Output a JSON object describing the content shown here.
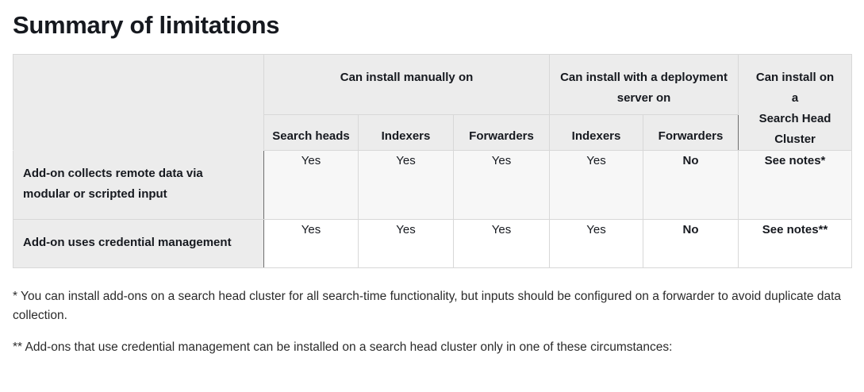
{
  "page_title": "Summary of limitations",
  "table": {
    "header_groups": [
      {
        "label": "",
        "span": 1
      },
      {
        "label": "Can install manually on",
        "span": 3
      },
      {
        "label": "Can install with a deployment server on",
        "span": 2
      },
      {
        "label": "Can install on a\nSearch Head Cluster",
        "span": 1
      }
    ],
    "group_manual": "Can install manually on",
    "group_deployment": "Can install with a deployment server on",
    "group_shc_line1": "Can install on",
    "group_shc_line2": "a",
    "group_shc_line3": "Search Head",
    "group_shc_line4": "Cluster",
    "subheaders": [
      "Search heads",
      "Indexers",
      "Forwarders",
      "Indexers",
      "Forwarders"
    ],
    "rows": [
      {
        "label": "Add-on collects remote data via modular or scripted input",
        "cells": [
          {
            "text": "Yes",
            "bold": false
          },
          {
            "text": "Yes",
            "bold": false
          },
          {
            "text": "Yes",
            "bold": false
          },
          {
            "text": "Yes",
            "bold": false
          },
          {
            "text": "No",
            "bold": true
          },
          {
            "text": "See notes*",
            "bold": true
          }
        ]
      },
      {
        "label": "Add-on uses credential management",
        "cells": [
          {
            "text": "Yes",
            "bold": false
          },
          {
            "text": "Yes",
            "bold": false
          },
          {
            "text": "Yes",
            "bold": false
          },
          {
            "text": "Yes",
            "bold": false
          },
          {
            "text": "No",
            "bold": true
          },
          {
            "text": "See notes**",
            "bold": true
          }
        ]
      }
    ]
  },
  "footnotes": [
    "* You can install add-ons on a search head cluster for all search-time functionality, but inputs should be configured on a forwarder to avoid duplicate data collection.",
    "** Add-ons that use credential management can be installed on a search head cluster only in one of these circumstances:"
  ],
  "colors": {
    "title": "#16191f",
    "header_bg": "#ececec",
    "row_odd_bg": "#f7f7f7",
    "row_even_bg": "#ffffff",
    "border_strong": "#6e6e6e",
    "border_light": "#d8d8d8"
  }
}
